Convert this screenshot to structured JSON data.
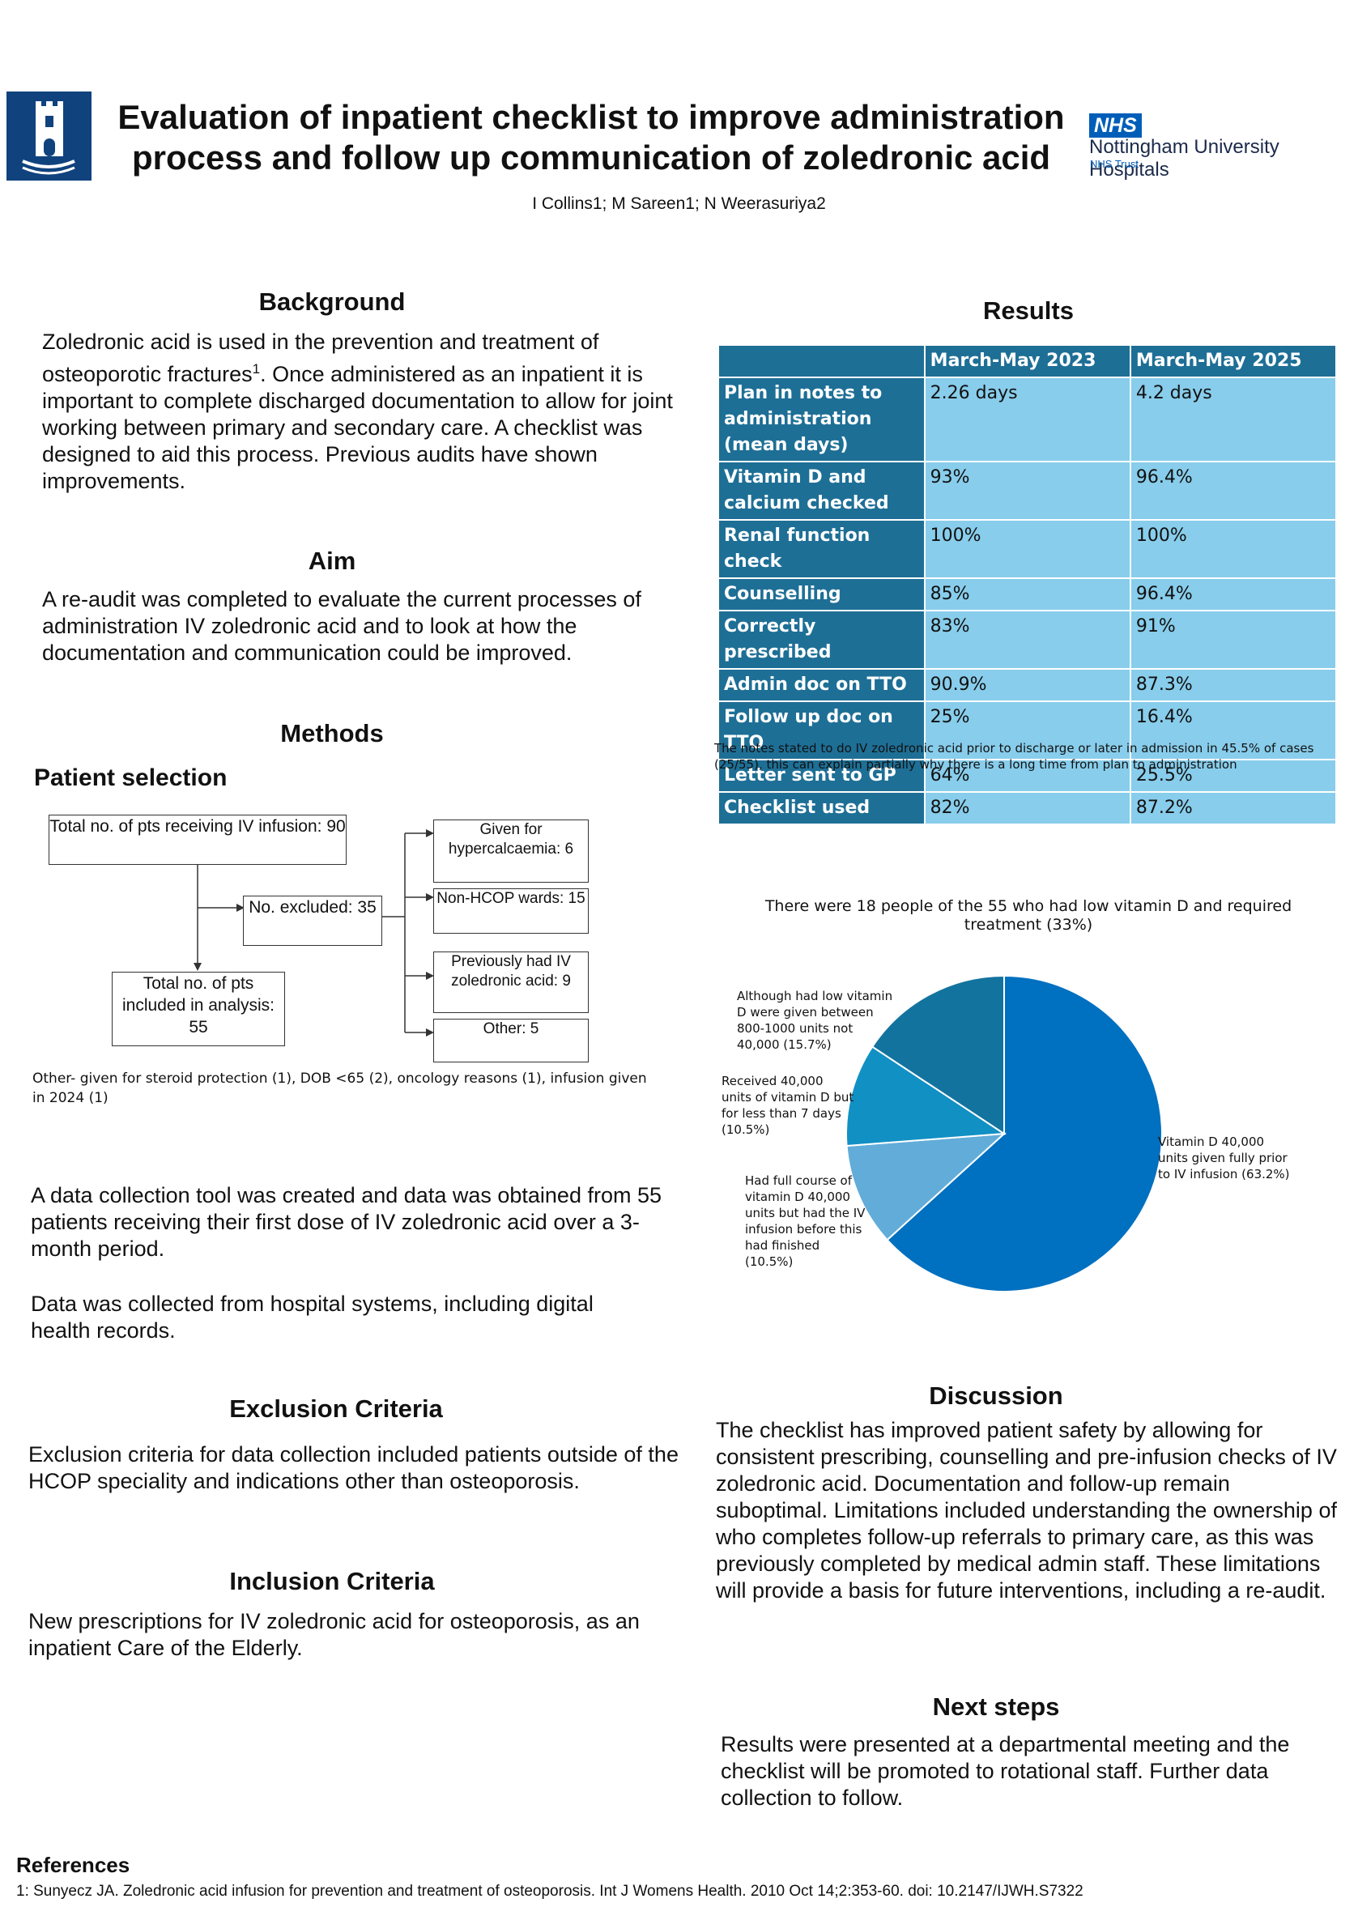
{
  "header": {
    "title_line1": "Evaluation of inpatient checklist to improve administration",
    "title_line2": "process and follow up communication of zoledronic acid",
    "authors": "I Collins1; M Sareen1; N Weerasuriya2",
    "nhs_logo_text": "NHS",
    "nhs_org": "Nottingham University Hospitals",
    "nhs_trust": "NHS Trust"
  },
  "background": {
    "heading": "Background",
    "text_a": "Zoledronic acid is used in the prevention and treatment of osteoporotic fractures",
    "sup": "1",
    "text_b": ". Once administered as an inpatient it is important to complete discharged documentation to allow for joint working between primary and secondary care. A checklist was designed to aid this process. Previous audits have shown improvements."
  },
  "aim": {
    "heading": "Aim",
    "text": "A re-audit was completed to evaluate the current processes of administration IV zoledronic acid and to look at how the documentation and communication could be improved."
  },
  "methods": {
    "heading": "Methods",
    "subheading": "Patient selection",
    "flow": {
      "total": "Total no. of pts receiving IV infusion: 90",
      "excluded": "No. excluded: 35",
      "included": "Total no. of pts included in analysis: 55",
      "hypercalcaemia": "Given for hypercalcaemia: 6",
      "non_hcop": "Non-HCOP wards: 15",
      "previous": "Previously had IV zoledronic acid: 9",
      "other": "Other: 5"
    },
    "other_note": "Other- given for steroid protection (1), DOB <65 (2), oncology reasons (1), infusion given in 2024 (1)",
    "text1": "A data collection tool was created and data was obtained from 55 patients receiving their first dose of IV zoledronic acid over a 3-month period.",
    "text2": "Data was collected from hospital systems, including digital health records."
  },
  "exclusion": {
    "heading": "Exclusion Criteria",
    "text": "Exclusion criteria for data collection included patients outside of the HCOP speciality and indications other than osteoporosis."
  },
  "inclusion": {
    "heading": "Inclusion Criteria",
    "text": "New prescriptions for IV zoledronic acid for osteoporosis, as an inpatient Care of the Elderly."
  },
  "results": {
    "heading": "Results",
    "table": {
      "columns": [
        "March-May 2023",
        "March-May 2025"
      ],
      "rows": [
        {
          "label": "Plan in notes to administration (mean days)",
          "v2023": "2.26 days",
          "v2025": "4.2 days"
        },
        {
          "label": "Vitamin D and calcium checked",
          "v2023": "93%",
          "v2025": "96.4%"
        },
        {
          "label": "Renal function check",
          "v2023": "100%",
          "v2025": "100%"
        },
        {
          "label": "Counselling",
          "v2023": "85%",
          "v2025": "96.4%"
        },
        {
          "label": "Correctly prescribed",
          "v2023": "83%",
          "v2025": "91%"
        },
        {
          "label": "Admin doc on TTO",
          "v2023": "90.9%",
          "v2025": "87.3%"
        },
        {
          "label": "Follow up doc on TTO",
          "v2023": "25%",
          "v2025": "16.4%"
        },
        {
          "label": "Letter sent to GP",
          "v2023": "64%",
          "v2025": "25.5%"
        },
        {
          "label": "Checklist used",
          "v2023": "82%",
          "v2025": "87.2%"
        }
      ]
    },
    "table_note": "The notes stated to do IV zoledronic acid prior to discharge or later in admission in 45.5% of cases (25/55), this can explain partially why there is a long time from plan to administration"
  },
  "chart_data": {
    "type": "pie",
    "title": "There were 18 people of the 55 who had low vitamin D and required treatment (33%)",
    "slices": [
      {
        "label": "Vitamin D 40,000 units given fully prior to IV infusion (63.2%)",
        "value": 63.2,
        "color": "#0070c0"
      },
      {
        "label": "Had full course of vitamin D 40,000 units but had the IV infusion before this had finished (10.5%)",
        "value": 10.5,
        "color": "#62acd9"
      },
      {
        "label": "Received 40,000 units of vitamin D but for less than 7 days (10.5%)",
        "value": 10.5,
        "color": "#1190c4"
      },
      {
        "label": "Although had low vitamin D were given between 800-1000 units not 40,000 (15.7%)",
        "value": 15.7,
        "color": "#13739f"
      }
    ]
  },
  "discussion": {
    "heading": "Discussion",
    "text": "The checklist has improved patient safety by allowing for consistent prescribing, counselling and pre-infusion checks of IV zoledronic acid. Documentation and follow-up remain suboptimal. Limitations included understanding the ownership of who completes follow-up referrals to primary care, as this was previously completed by medical admin staff. These limitations will provide a basis for future interventions, including a re-audit."
  },
  "next_steps": {
    "heading": "Next steps",
    "text": "Results were presented at a departmental meeting and the checklist will be promoted to rotational staff. Further data collection to follow."
  },
  "references": {
    "heading": "References",
    "ref1": "1: Sunyecz JA. Zoledronic acid infusion for prevention and treatment of osteoporosis. Int J Womens Health. 2010 Oct 14;2:353-60. doi: 10.2147/IJWH.S7322"
  }
}
